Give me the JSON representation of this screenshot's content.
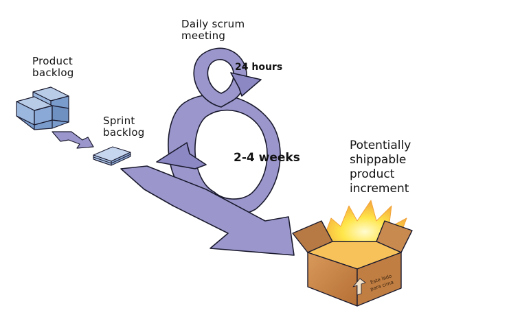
{
  "labels": {
    "product_backlog": [
      "Product",
      "backlog"
    ],
    "sprint_backlog": [
      "Sprint",
      "backlog"
    ],
    "daily_scrum": [
      "Daily scrum",
      "meeting"
    ],
    "hours": "24 hours",
    "weeks": "2-4 weeks",
    "increment": [
      "Potentially",
      "shippable",
      "product",
      "increment"
    ],
    "box_text": [
      "Este lado",
      "para cima"
    ]
  },
  "colors": {
    "arrow_fill": "#9b97cc",
    "arrow_stroke": "#1a1a2e",
    "backlog_blue": "#8fb0d8",
    "box_brown": "#c8864a",
    "burst_yellow": "#ffe030"
  }
}
